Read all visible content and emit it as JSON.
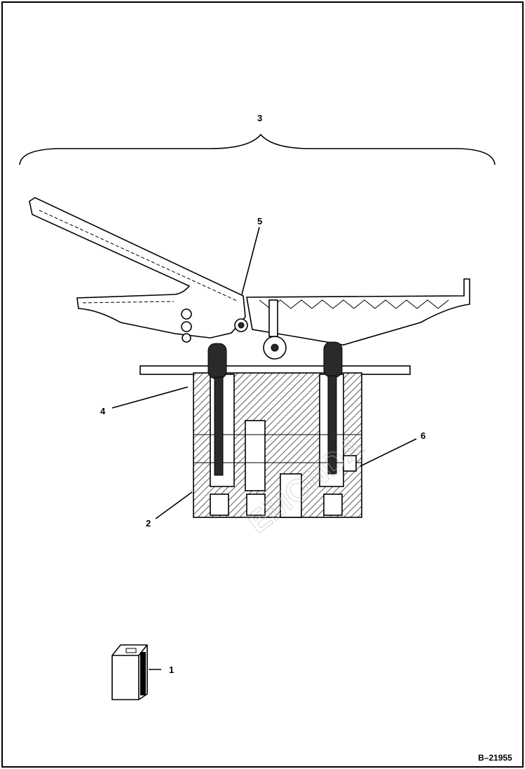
{
  "diagram": {
    "callouts": [
      {
        "id": "1",
        "text": "1"
      },
      {
        "id": "2",
        "text": "2"
      },
      {
        "id": "3",
        "text": "3"
      },
      {
        "id": "4",
        "text": "4"
      },
      {
        "id": "5",
        "text": "5"
      },
      {
        "id": "6",
        "text": "6"
      }
    ],
    "figure_code": "B–21955",
    "watermark": "EMONDA"
  },
  "colors": {
    "line": "#000000",
    "background": "#ffffff",
    "hatch": "#555555"
  }
}
